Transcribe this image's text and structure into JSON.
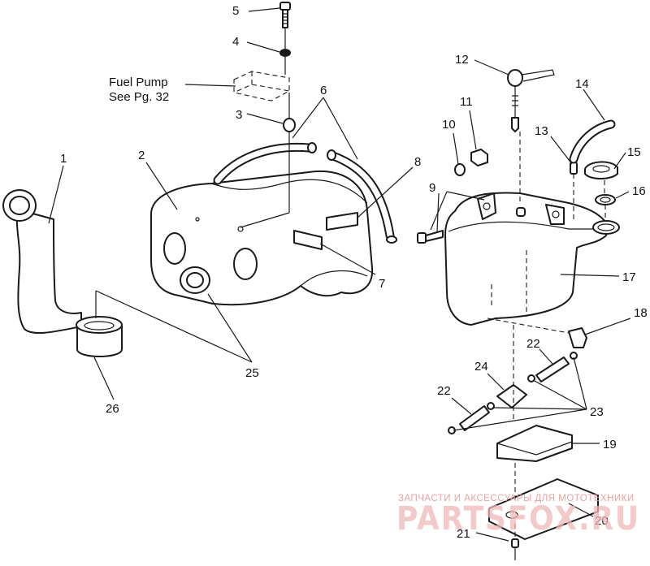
{
  "note": {
    "line1": "Fuel Pump",
    "line2": "See Pg. 32"
  },
  "callouts": [
    {
      "id": "1",
      "text": "1"
    },
    {
      "id": "2",
      "text": "2"
    },
    {
      "id": "3",
      "text": "3"
    },
    {
      "id": "4",
      "text": "4"
    },
    {
      "id": "5",
      "text": "5"
    },
    {
      "id": "6",
      "text": "6"
    },
    {
      "id": "7",
      "text": "7"
    },
    {
      "id": "8",
      "text": "8"
    },
    {
      "id": "9",
      "text": "9"
    },
    {
      "id": "10",
      "text": "10"
    },
    {
      "id": "11",
      "text": "11"
    },
    {
      "id": "12",
      "text": "12"
    },
    {
      "id": "13",
      "text": "13"
    },
    {
      "id": "14",
      "text": "14"
    },
    {
      "id": "15",
      "text": "15"
    },
    {
      "id": "16",
      "text": "16"
    },
    {
      "id": "17",
      "text": "17"
    },
    {
      "id": "18",
      "text": "18"
    },
    {
      "id": "19",
      "text": "19"
    },
    {
      "id": "20",
      "text": "20"
    },
    {
      "id": "21",
      "text": "21"
    },
    {
      "id": "22a",
      "text": "22"
    },
    {
      "id": "22b",
      "text": "22"
    },
    {
      "id": "23",
      "text": "23"
    },
    {
      "id": "24",
      "text": "24"
    },
    {
      "id": "25",
      "text": "25"
    },
    {
      "id": "26",
      "text": "26"
    }
  ],
  "watermark": {
    "caption": "ЗАПЧАСТИ И АКСЕССУАРЫ ДЛЯ МОТОТЕХНИКИ",
    "brand": "PARTSFOX.RU"
  },
  "colors": {
    "ink": "#1a1a1a",
    "paper": "#ffffff",
    "watermark": "#e6a3a3"
  }
}
